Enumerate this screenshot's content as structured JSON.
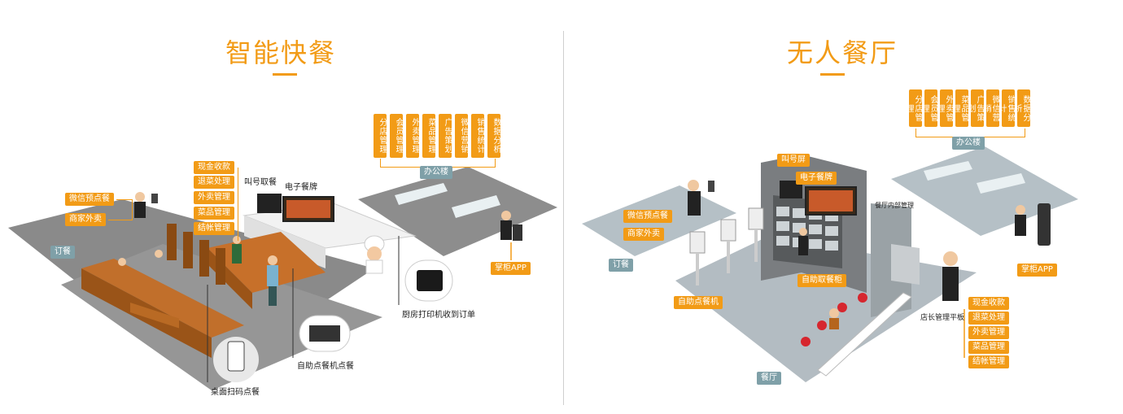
{
  "left": {
    "title": "智能快餐",
    "office_columns": [
      "分店管理",
      "会员管理",
      "外卖管理",
      "菜品管理",
      "广告策划",
      "微信营销",
      "销售统计",
      "数据分析"
    ],
    "office_label": "办公楼",
    "left_tags": [
      "微信预点餐",
      "商家外卖"
    ],
    "cashier_tags": [
      "现金收款",
      "退菜处理",
      "外卖管理",
      "菜品管理",
      "结帐管理"
    ],
    "area_label": "订餐",
    "call_label": "叫号取餐",
    "board_label": "电子餐牌",
    "printer_label": "厨房打印机收到订单",
    "kiosk_label": "自助点餐机点餐",
    "scan_label": "桌面扫码点餐",
    "app_label": "掌柜APP"
  },
  "right": {
    "title": "无人餐厅",
    "office_columns": [
      "分店管理",
      "会员管理",
      "外卖管理",
      "菜品管理",
      "广告策划",
      "微信营销",
      "销售统计",
      "数据分析"
    ],
    "office_label": "办公楼",
    "left_tags": [
      "微信预点餐",
      "商家外卖"
    ],
    "area_label": "订餐",
    "call_screen": "叫号屏",
    "board_label": "电子餐牌",
    "kitchen_label": "餐厅内部管理",
    "pickup_label": "自助取餐柜",
    "kiosk_label": "自助点餐机",
    "manager_label": "店长管理平板",
    "manager_tags": [
      "现金收款",
      "退菜处理",
      "外卖管理",
      "菜品管理",
      "结帐管理"
    ],
    "dining_label": "餐厅",
    "app_label": "掌柜APP"
  },
  "colors": {
    "accent": "#f29b16",
    "floor": "#8f8f8f",
    "floor_light": "#b9c1c6",
    "wood": "#b5651d"
  }
}
